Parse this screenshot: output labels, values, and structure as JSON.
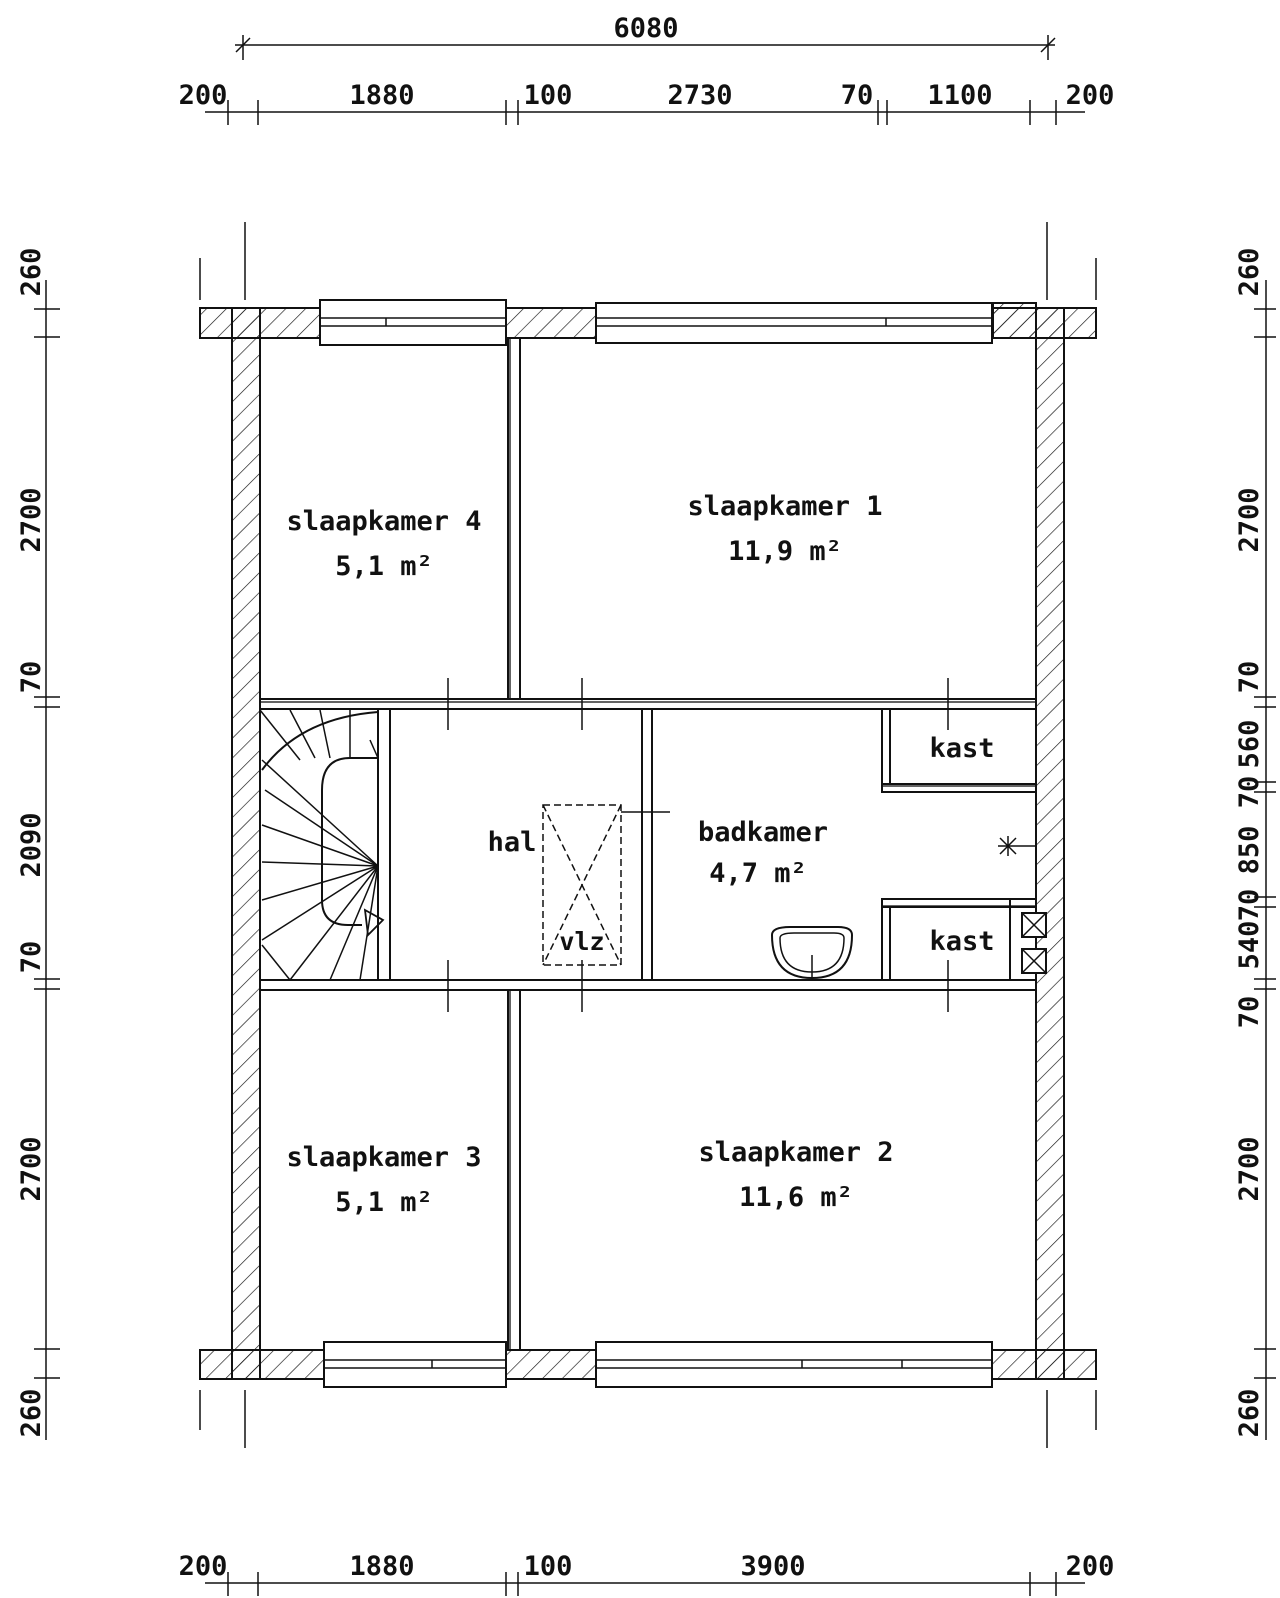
{
  "dimensions": {
    "top_overall": "6080",
    "top_segments": [
      "200",
      "1880",
      "100",
      "2730",
      "70",
      "1100",
      "200"
    ],
    "bottom_segments": [
      "200",
      "1880",
      "100",
      "3900",
      "200"
    ],
    "left_segments": [
      "260",
      "2700",
      "70",
      "2090",
      "70",
      "2700",
      "260"
    ],
    "right_segments": [
      "260",
      "2700",
      "70",
      "560",
      "70",
      "850",
      "70",
      "540",
      "70",
      "2700",
      "260"
    ]
  },
  "rooms": {
    "slaapkamer4": {
      "name": "slaapkamer 4",
      "area": "5,1 m²"
    },
    "slaapkamer1": {
      "name": "slaapkamer 1",
      "area": "11,9 m²"
    },
    "slaapkamer3": {
      "name": "slaapkamer 3",
      "area": "5,1 m²"
    },
    "slaapkamer2": {
      "name": "slaapkamer 2",
      "area": "11,6 m²"
    },
    "badkamer": {
      "name": "badkamer",
      "area": "4,7 m²"
    },
    "hal": {
      "name": "hal"
    },
    "vlz": {
      "name": "vlz"
    },
    "kast_top": {
      "name": "kast"
    },
    "kast_bottom": {
      "name": "kast"
    }
  }
}
